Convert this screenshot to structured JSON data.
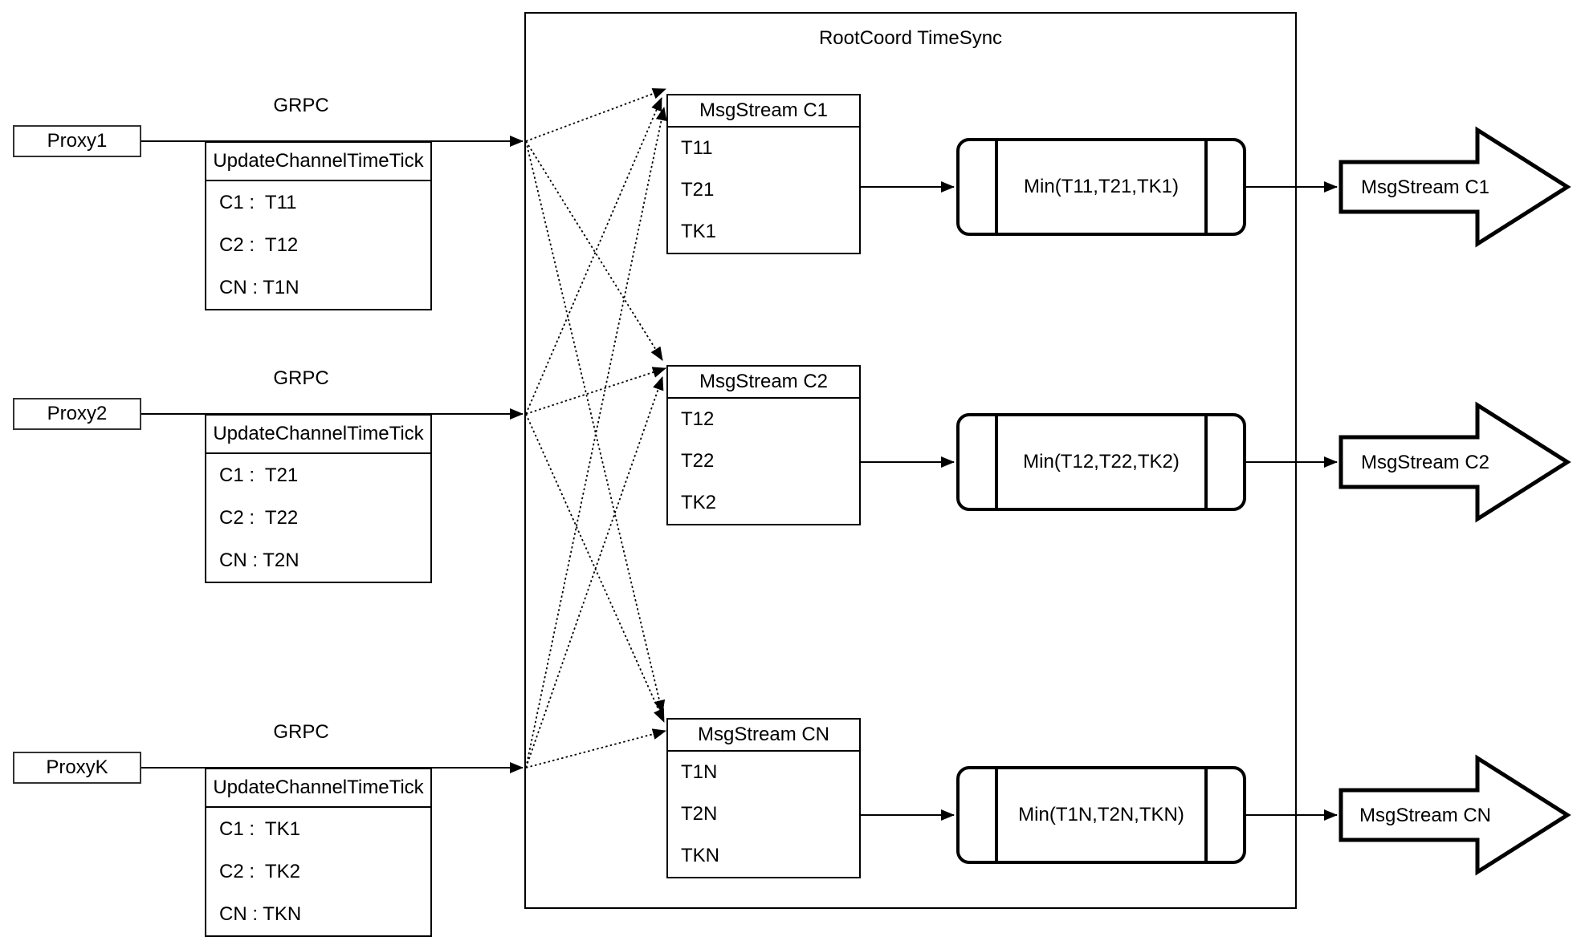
{
  "diagram": {
    "title": "RootCoord TimeSync",
    "colors": {
      "line": "#000000",
      "background": "#ffffff",
      "node_fill": "#ffffff"
    },
    "proxies": [
      {
        "name": "Proxy1",
        "grpc_label": "GRPC",
        "table": {
          "header": "UpdateChannelTimeTick",
          "rows": [
            "C1 :  T11",
            "C2 :  T12",
            "CN : T1N"
          ]
        }
      },
      {
        "name": "Proxy2",
        "grpc_label": "GRPC",
        "table": {
          "header": "UpdateChannelTimeTick",
          "rows": [
            "C1 :  T21",
            "C2 :  T22",
            "CN : T2N"
          ]
        }
      },
      {
        "name": "ProxyK",
        "grpc_label": "GRPC",
        "table": {
          "header": "UpdateChannelTimeTick",
          "rows": [
            "C1 :  TK1",
            "C2 :  TK2",
            "CN : TKN"
          ]
        }
      }
    ],
    "streams": [
      {
        "table": {
          "header": "MsgStream C1",
          "rows": [
            "T11",
            "T21",
            "TK1"
          ]
        },
        "min_label": "Min(T11,T21,TK1)",
        "output_label": "MsgStream C1"
      },
      {
        "table": {
          "header": "MsgStream C2",
          "rows": [
            "T12",
            "T22",
            "TK2"
          ]
        },
        "min_label": "Min(T12,T22,TK2)",
        "output_label": "MsgStream C2"
      },
      {
        "table": {
          "header": "MsgStream CN",
          "rows": [
            "T1N",
            "T2N",
            "TKN"
          ]
        },
        "min_label": "Min(T1N,T2N,TKN)",
        "output_label": "MsgStream CN"
      }
    ]
  }
}
